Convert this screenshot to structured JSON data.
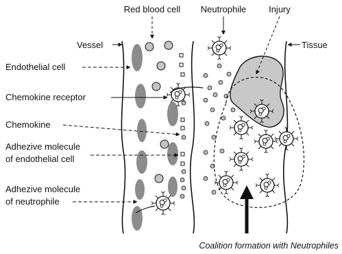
{
  "labels": {
    "red_blood_cell": "Red blood cell",
    "neutrophile": "Neutrophile",
    "injury": "Injury",
    "vessel": "Vessel",
    "tissue": "Tissue",
    "endothelial_cell": "Endothelial cell",
    "chemokine_receptor": "Chemokine receptor",
    "chemokine": "Chemokine",
    "adhesive_endo_line1": "Adhezive molecule",
    "adhesive_endo_line2": "of endothelial cell",
    "adhesive_neutro_line1": "Adhezive molecule",
    "adhesive_neutro_line2": "of neutrophile",
    "caption": "Coalition formation with Neutrophiles"
  },
  "colors": {
    "ink": "#111111",
    "endothelium": "#8c8c8c",
    "injury_fill": "#c8c8c8",
    "rbc_fill": "#c4c4c4",
    "chemokine_dot": "#bdbdbd"
  }
}
